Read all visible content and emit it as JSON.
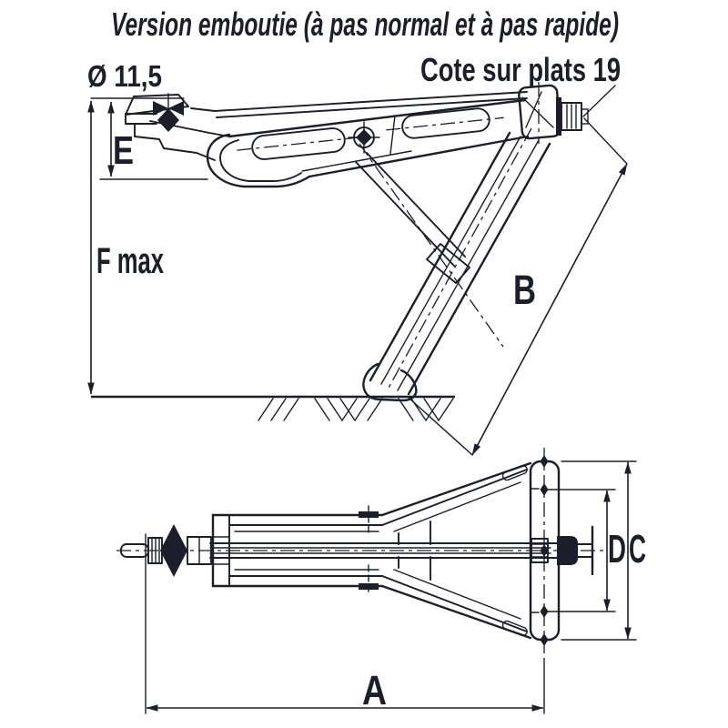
{
  "title": "Version emboutie (à pas normal et à pas rapide)",
  "colors": {
    "ink": "#1d1d2c",
    "paper": "#ffffff"
  },
  "side_view": {
    "labels": {
      "pin_diameter": "Ø 11,5",
      "height_e": "E",
      "max_height": "F max",
      "leg_length": "B",
      "flats_dimension": "Cote sur plats 19"
    }
  },
  "plan_view": {
    "labels": {
      "overall_length": "A",
      "inner_width": "D",
      "outer_width": "C"
    }
  }
}
